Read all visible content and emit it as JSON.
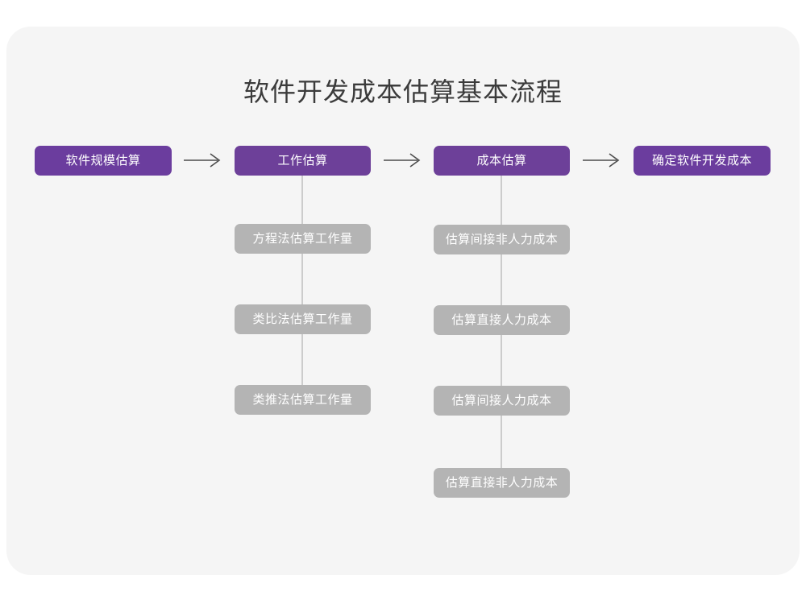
{
  "title": "软件开发成本估算基本流程",
  "colors": {
    "canvas": "#ffffff",
    "card": "#f5f5f5",
    "primary": "#6b3d9e",
    "secondary": "#b4b4b4",
    "connector": "#cccccc",
    "arrow": "#4d4d4d",
    "title_text": "#3b3b3b",
    "node_text": "#ffffff"
  },
  "chart_data": {
    "type": "diagram",
    "title": "软件开发成本估算基本流程",
    "layout": "horizontal-flow-with-vertical-substeps",
    "main_flow": [
      {
        "id": "step1",
        "label": "软件规模估算",
        "substeps": []
      },
      {
        "id": "step2",
        "label": "工作估算",
        "substeps": [
          "方程法估算工作量",
          "类比法估算工作量",
          "类推法估算工作量"
        ]
      },
      {
        "id": "step3",
        "label": "成本估算",
        "substeps": [
          "估算间接非人力成本",
          "估算直接人力成本",
          "估算间接人力成本",
          "估算直接非人力成本"
        ]
      },
      {
        "id": "step4",
        "label": "确定软件开发成本",
        "substeps": []
      }
    ],
    "connectors": [
      {
        "from": "step1",
        "to": "step2",
        "glyph": "⟶"
      },
      {
        "from": "step2",
        "to": "step3",
        "glyph": "⟶"
      },
      {
        "from": "step3",
        "to": "step4",
        "glyph": "⟶"
      }
    ]
  },
  "nodes": {
    "step1": "软件规模估算",
    "step2": "工作估算",
    "step3": "成本估算",
    "step4": "确定软件开发成本",
    "col2": {
      "s1": "方程法估算工作量",
      "s2": "类比法估算工作量",
      "s3": "类推法估算工作量"
    },
    "col3": {
      "s1": "估算间接非人力成本",
      "s2": "估算直接人力成本",
      "s3": "估算间接人力成本",
      "s4": "估算直接非人力成本"
    }
  }
}
